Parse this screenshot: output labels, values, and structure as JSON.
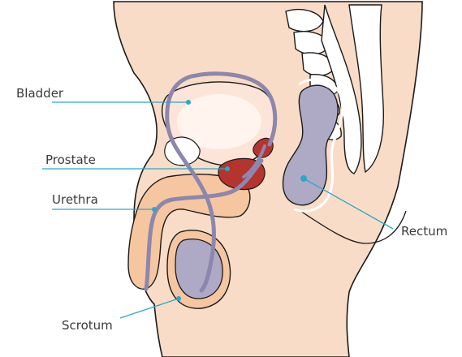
{
  "labels": {
    "bladder": "Bladder",
    "prostate": "Prostate",
    "urethra": "Urethra",
    "rectum": "Rectum",
    "scrotum": "Scrotum"
  },
  "colors": {
    "skin": "#f9dcc7",
    "penis": "#f6c6a0",
    "bladder": "#fde4d8",
    "bladder_wall": "#ffffff",
    "prostate": "#b5342e",
    "organ_purple": "#aeaac5",
    "tube": "#8d86ad",
    "bone": "#ffffff",
    "outline": "#1a1a1a",
    "leader": "#2aa7c9"
  }
}
